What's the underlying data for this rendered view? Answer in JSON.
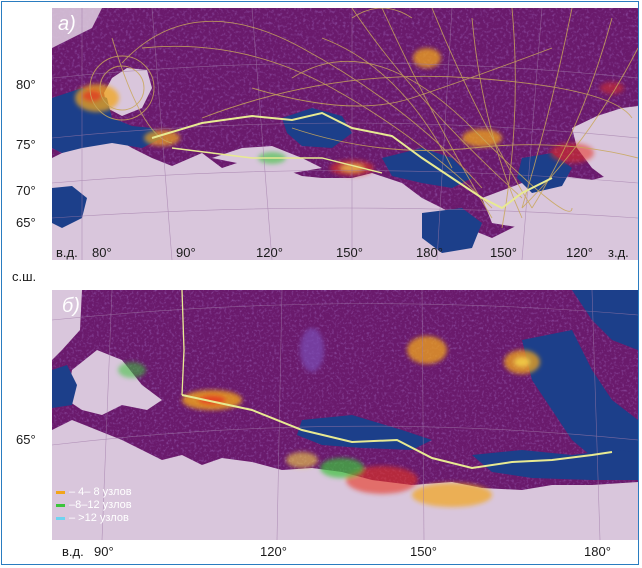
{
  "panel_a": {
    "label": "а)",
    "lat_labels": [
      "80°",
      "75°",
      "70°",
      "65°"
    ],
    "lon_prefix": "в.д.",
    "lon_labels": [
      "80°",
      "90°",
      "120°",
      "150°",
      "180°",
      "150°",
      "120°"
    ],
    "lon_suffix": "з.д."
  },
  "panel_b": {
    "label": "б)",
    "lat_prefix": "с.ш.",
    "lat_labels": [
      "65°"
    ],
    "lon_prefix": "в.д.",
    "lon_labels": [
      "90°",
      "120°",
      "150°",
      "180°"
    ]
  },
  "legend": {
    "items": [
      {
        "label": "– 4– 8 узлов",
        "color": "#f2a51a"
      },
      {
        "label": "–8–12 узлов",
        "color": "#3cc43c"
      },
      {
        "label": "– >12 узлов",
        "color": "#6fd3f0"
      }
    ]
  },
  "colors": {
    "sea": "#6a1a6c",
    "land": "#d9c6dc",
    "open_water": "#1c3f8a",
    "route": "#e8ea92",
    "tracks": "#c9a75a"
  }
}
